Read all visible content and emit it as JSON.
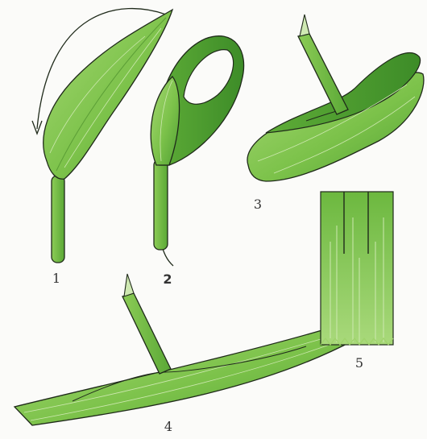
{
  "steps": [
    {
      "label": "1"
    },
    {
      "label": "2"
    },
    {
      "label": "3"
    },
    {
      "label": "4"
    },
    {
      "label": "5"
    }
  ],
  "colors": {
    "leaf_light": "#9fd36b",
    "leaf_mid": "#6fbb3f",
    "leaf_dark": "#3f8f2a",
    "outline": "#1f2a1a",
    "paper": "#fbfbf9"
  }
}
